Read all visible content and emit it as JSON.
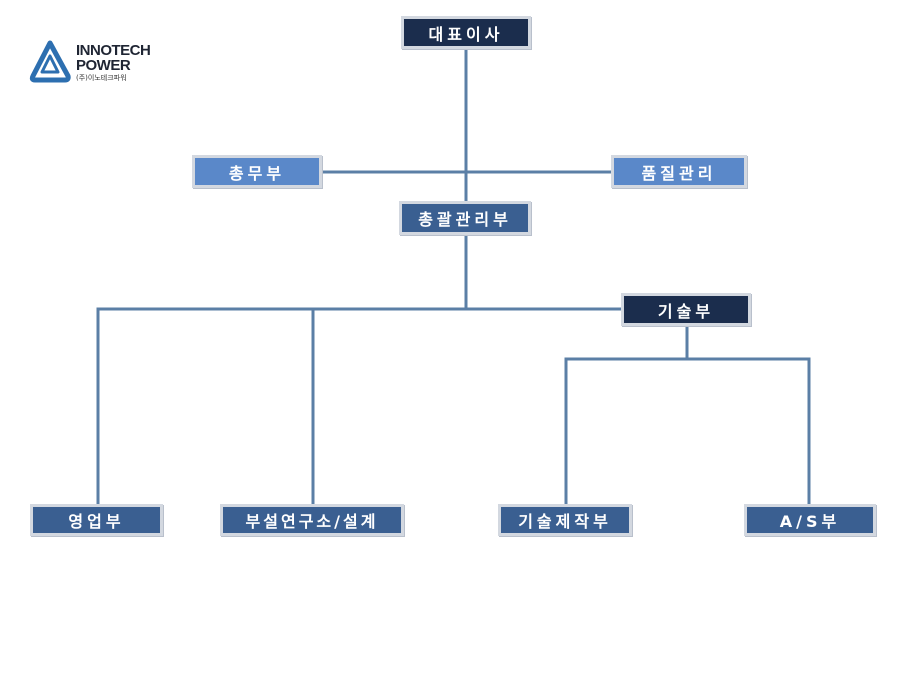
{
  "logo": {
    "line1": "INNOTECH",
    "line2": "POWER",
    "line3": "(주)이노테크파워",
    "mark": "triangle-loop-logo-icon",
    "color": "#2d6fb0"
  },
  "colors": {
    "dark": "#1b2d4d",
    "mid": "#3a5f91",
    "light": "#5a88c9",
    "line": "#5b7fa6"
  },
  "nodes": {
    "ceo": "대표이사",
    "general_affairs": "총무부",
    "quality": "품질관리",
    "general_management": "총괄관리부",
    "technology": "기술부",
    "sales": "영업부",
    "research": "부설연구소/설계",
    "production": "기술제작부",
    "after_service": "A/S부"
  }
}
